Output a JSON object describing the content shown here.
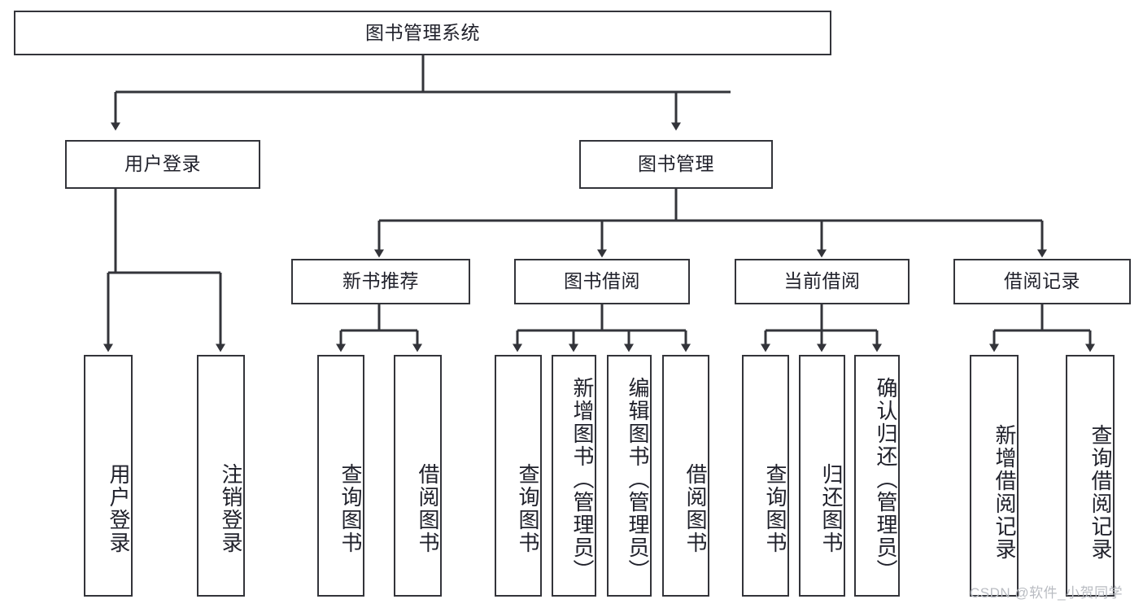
{
  "diagram": {
    "title": "图书管理系统",
    "watermark": "CSDN @软件_小贺同学",
    "colors": {
      "stroke": "#33343a",
      "box_fill": "#ffffff",
      "text": "#20212b",
      "background": "#ffffff",
      "watermark": "#b9bcc2"
    },
    "levels": {
      "root": "图书管理系统",
      "level2": [
        "用户登录",
        "图书管理"
      ],
      "level3": [
        "新书推荐",
        "图书借阅",
        "当前借阅",
        "借阅记录"
      ]
    },
    "nodes": {
      "root": {
        "label": "图书管理系统",
        "orientation": "horizontal"
      },
      "user_login": {
        "label": "用户登录",
        "orientation": "horizontal"
      },
      "book_manage": {
        "label": "图书管理",
        "orientation": "horizontal"
      },
      "new_book_rec": {
        "label": "新书推荐",
        "orientation": "horizontal"
      },
      "book_borrow": {
        "label": "图书借阅",
        "orientation": "horizontal"
      },
      "current_borrow": {
        "label": "当前借阅",
        "orientation": "horizontal"
      },
      "borrow_record": {
        "label": "借阅记录",
        "orientation": "horizontal"
      },
      "leaf_user_login": {
        "label": "用户登录",
        "orientation": "vertical"
      },
      "leaf_logout": {
        "label": "注销登录",
        "orientation": "vertical"
      },
      "leaf_query_book_1": {
        "label": "查询图书",
        "orientation": "vertical"
      },
      "leaf_borrow_book_1": {
        "label": "借阅图书",
        "orientation": "vertical"
      },
      "leaf_query_book_2": {
        "label": "查询图书",
        "orientation": "vertical"
      },
      "leaf_add_book": {
        "label": "新增图书（管理员）",
        "orientation": "vertical"
      },
      "leaf_edit_book": {
        "label": "编辑图书（管理员）",
        "orientation": "vertical"
      },
      "leaf_borrow_book_2": {
        "label": "借阅图书",
        "orientation": "vertical"
      },
      "leaf_query_book_3": {
        "label": "查询图书",
        "orientation": "vertical"
      },
      "leaf_return_book": {
        "label": "归还图书",
        "orientation": "vertical"
      },
      "leaf_confirm_return": {
        "label": "确认归还（管理员）",
        "orientation": "vertical"
      },
      "leaf_add_record": {
        "label": "新增借阅记录",
        "orientation": "vertical"
      },
      "leaf_query_record": {
        "label": "查询借阅记录",
        "orientation": "vertical"
      }
    },
    "edges": [
      {
        "from": "root",
        "to": "user_login"
      },
      {
        "from": "root",
        "to": "book_manage"
      },
      {
        "from": "user_login",
        "to": "leaf_user_login"
      },
      {
        "from": "user_login",
        "to": "leaf_logout"
      },
      {
        "from": "book_manage",
        "to": "new_book_rec"
      },
      {
        "from": "book_manage",
        "to": "book_borrow"
      },
      {
        "from": "book_manage",
        "to": "current_borrow"
      },
      {
        "from": "book_manage",
        "to": "borrow_record"
      },
      {
        "from": "new_book_rec",
        "to": "leaf_query_book_1"
      },
      {
        "from": "new_book_rec",
        "to": "leaf_borrow_book_1"
      },
      {
        "from": "book_borrow",
        "to": "leaf_query_book_2"
      },
      {
        "from": "book_borrow",
        "to": "leaf_add_book"
      },
      {
        "from": "book_borrow",
        "to": "leaf_edit_book"
      },
      {
        "from": "book_borrow",
        "to": "leaf_borrow_book_2"
      },
      {
        "from": "current_borrow",
        "to": "leaf_query_book_3"
      },
      {
        "from": "current_borrow",
        "to": "leaf_return_book"
      },
      {
        "from": "current_borrow",
        "to": "leaf_confirm_return"
      },
      {
        "from": "borrow_record",
        "to": "leaf_add_record"
      },
      {
        "from": "borrow_record",
        "to": "leaf_query_record"
      }
    ]
  }
}
